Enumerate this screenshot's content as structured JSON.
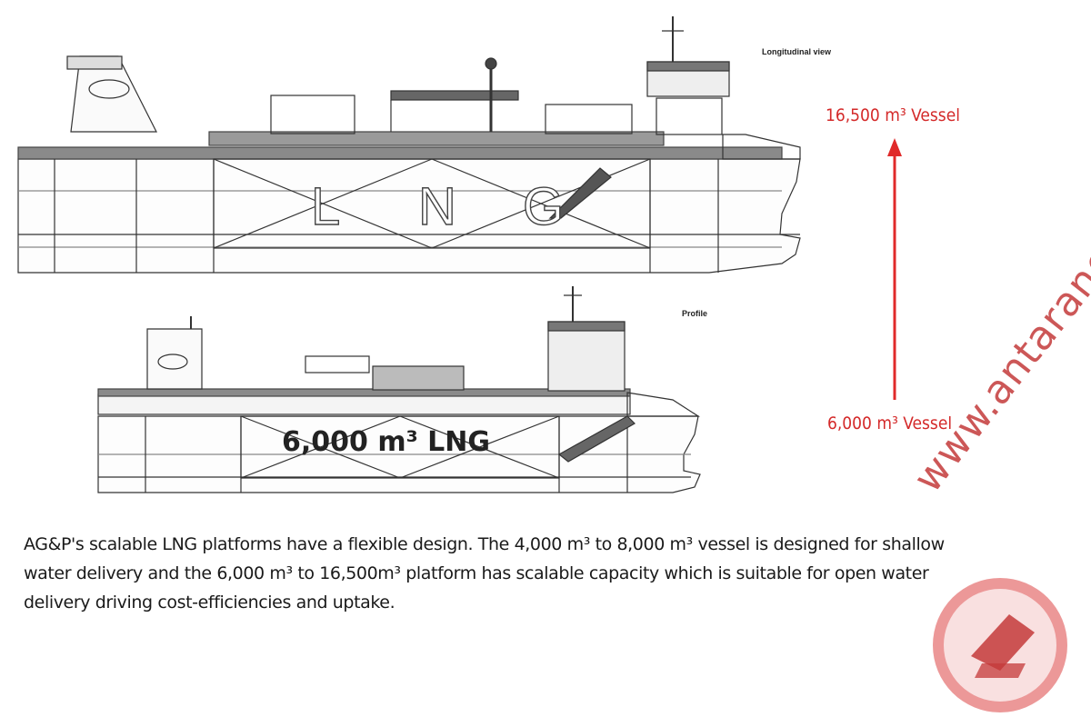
{
  "labels": {
    "longitudinal_view": "Longitudinal view",
    "profile": "Profile",
    "tank_lettering": [
      "L",
      "N",
      "G"
    ],
    "small_tank": "6,000 m³ LNG"
  },
  "vessels": {
    "large": "16,500 m³ Vessel",
    "small": "6,000 m³ Vessel",
    "arrow_color": "#e02a2a"
  },
  "caption": {
    "line1": "AG&P's scalable LNG platforms have a flexible design. The 4,000 m³ to 8,000 m³ vessel is designed for shallow",
    "line2": "water delivery and the 6,000 m³ to 16,500m³ platform has scalable capacity which is suitable for open water",
    "line3": "delivery driving cost-efficiencies and uptake."
  },
  "watermark": {
    "text": "www.antaranews.com",
    "color": "#c43a3a"
  }
}
